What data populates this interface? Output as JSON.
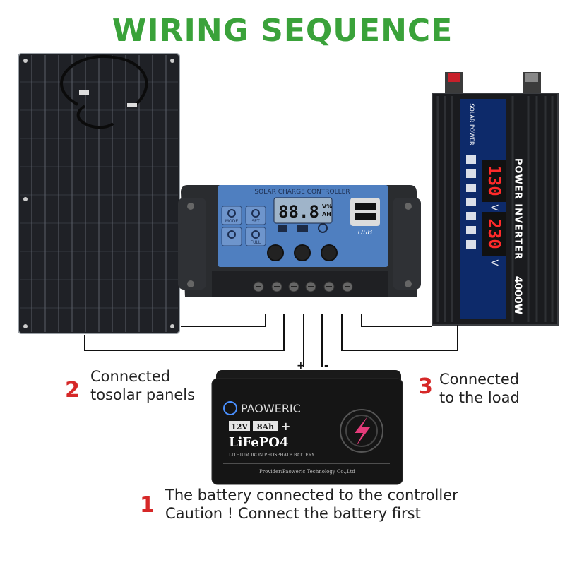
{
  "title": "WIRING SEQUENCE",
  "colors": {
    "title": "#3aa23a",
    "number": "#d62828",
    "controller_face": "#4f7fc0",
    "wire": "#111111"
  },
  "controller": {
    "label": "SOLAR CHARGE CONTROLLER",
    "display": "88.8",
    "display_unit_top": "V%",
    "display_unit_bottom": "AH",
    "usb_label": "USB",
    "buttons": [
      {
        "icon": "mode-icon",
        "label": "MODE"
      },
      {
        "icon": "gear-icon",
        "label": "SET"
      },
      {
        "icon": "clock-icon",
        "label": ""
      },
      {
        "icon": "lock-icon",
        "label": "FULL"
      }
    ]
  },
  "inverter": {
    "side_label": "POWER INVERTER",
    "brand": "SOLAR POWER",
    "display_top": "130",
    "display_top_unit": "V",
    "display_bottom": "230",
    "display_bottom_unit": "V",
    "power_rating": "4000W"
  },
  "battery": {
    "brand": "PAOWERIC",
    "voltage": "12V",
    "capacity": "8Ah",
    "plus": "+",
    "chemistry": "LiFePO4",
    "subtitle": "LITHIUM IRON PHOSPHATE BATTERY",
    "provider": "Provider:Paoweric Technology Co.,Ltd",
    "terminal_plus": "+",
    "terminal_minus": "-"
  },
  "steps": [
    {
      "number": "2",
      "lines": [
        "Connected",
        "tosolar panels"
      ]
    },
    {
      "number": "3",
      "lines": [
        "Connected",
        "to the load"
      ]
    },
    {
      "number": "1",
      "lines": [
        "The battery connected to the controller",
        "Caution ! Connect the battery first"
      ]
    }
  ]
}
